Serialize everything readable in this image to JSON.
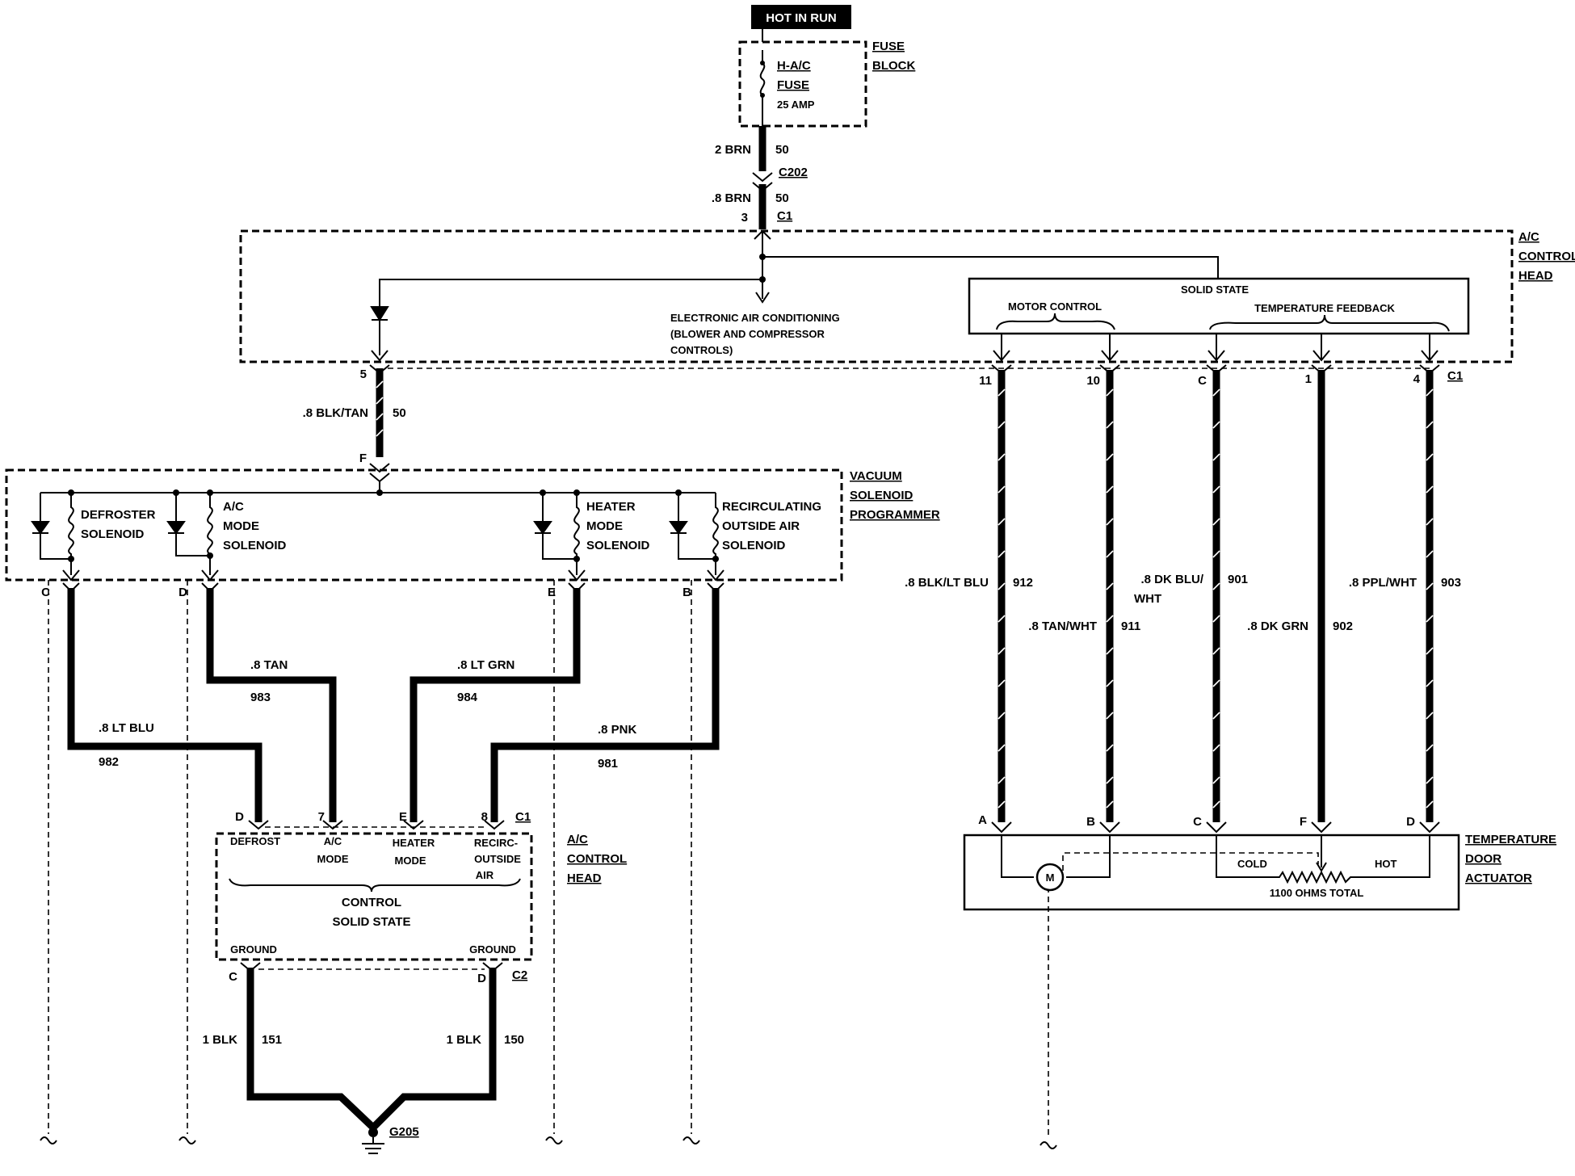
{
  "power": {
    "hot_in_run": "HOT IN RUN",
    "fuse_name_1": "H-A/C",
    "fuse_name_2": "FUSE",
    "fuse_rating": "25 AMP",
    "fuse_block_1": "FUSE",
    "fuse_block_2": "BLOCK"
  },
  "feed": {
    "wire_upper_gauge": "2 BRN",
    "wire_upper_circuit": "50",
    "connector_c202": "C202",
    "wire_lower_gauge": ".8 BRN",
    "wire_lower_circuit": "50",
    "pin_3": "3",
    "connector_c1": "C1"
  },
  "control_head_top": {
    "label_1": "A/C",
    "label_2": "CONTROL",
    "label_3": "HEAD",
    "eac_1": "ELECTRONIC AIR CONDITIONING",
    "eac_2": "(BLOWER AND COMPRESSOR",
    "eac_3": "CONTROLS)",
    "solid_state": "SOLID STATE",
    "motor_control": "MOTOR CONTROL",
    "temp_feedback": "TEMPERATURE FEEDBACK",
    "pin_5": "5",
    "pin_11": "11",
    "pin_10": "10",
    "pin_c": "C",
    "pin_1": "1",
    "pin_4": "4",
    "connector_c1": "C1"
  },
  "programmer_feed": {
    "gauge": ".8 BLK/TAN",
    "circuit": "50",
    "pin_f": "F"
  },
  "vacuum_programmer": {
    "label_1": "VACUUM",
    "label_2": "SOLENOID",
    "label_3": "PROGRAMMER",
    "defroster_1": "DEFROSTER",
    "defroster_2": "SOLENOID",
    "ac_mode_1": "A/C",
    "ac_mode_2": "MODE",
    "ac_mode_3": "SOLENOID",
    "heater_1": "HEATER",
    "heater_2": "MODE",
    "heater_3": "SOLENOID",
    "recirc_1": "RECIRCULATING",
    "recirc_2": "OUTSIDE AIR",
    "recirc_3": "SOLENOID",
    "pin_c": "C",
    "pin_d": "D",
    "pin_e": "E",
    "pin_b": "B"
  },
  "mode_wires": {
    "lt_blu_gauge": ".8 LT BLU",
    "lt_blu_circuit": "982",
    "tan_gauge": ".8 TAN",
    "tan_circuit": "983",
    "lt_grn_gauge": ".8 LT GRN",
    "lt_grn_circuit": "984",
    "pnk_gauge": ".8 PNK",
    "pnk_circuit": "981"
  },
  "control_head_bottom": {
    "pin_d": "D",
    "pin_7": "7",
    "pin_e": "E",
    "pin_8": "8",
    "connector_c1": "C1",
    "defrost": "DEFROST",
    "ac_mode_1": "A/C",
    "ac_mode_2": "MODE",
    "heater_mode_1": "HEATER",
    "heater_mode_2": "MODE",
    "recirc_1": "RECIRC-",
    "recirc_2": "OUTSIDE",
    "recirc_3": "AIR",
    "control_1": "CONTROL",
    "control_2": "SOLID STATE",
    "ground_left": "GROUND",
    "ground_right": "GROUND",
    "label_1": "A/C",
    "label_2": "CONTROL",
    "label_3": "HEAD",
    "pin_c": "C",
    "pin_d2": "D",
    "connector_c2": "C2"
  },
  "ground_wires": {
    "left_gauge": "1 BLK",
    "left_circuit": "151",
    "right_gauge": "1 BLK",
    "right_circuit": "150",
    "ground_id": "G205"
  },
  "actuator_wires": {
    "w1_gauge": ".8 BLK/LT BLU",
    "w1_circuit": "912",
    "w2_gauge": ".8 TAN/WHT",
    "w2_circuit": "911",
    "w3_gauge_1": ".8 DK BLU/",
    "w3_gauge_2": "WHT",
    "w3_circuit": "901",
    "w4_gauge": ".8 DK GRN",
    "w4_circuit": "902",
    "w5_gauge": ".8 PPL/WHT",
    "w5_circuit": "903"
  },
  "actuator": {
    "pin_a": "A",
    "pin_b": "B",
    "pin_c": "C",
    "pin_f": "F",
    "pin_d": "D",
    "motor": "M",
    "cold": "COLD",
    "hot": "HOT",
    "resistance": "1100 OHMS TOTAL",
    "label_1": "TEMPERATURE",
    "label_2": "DOOR",
    "label_3": "ACTUATOR"
  }
}
